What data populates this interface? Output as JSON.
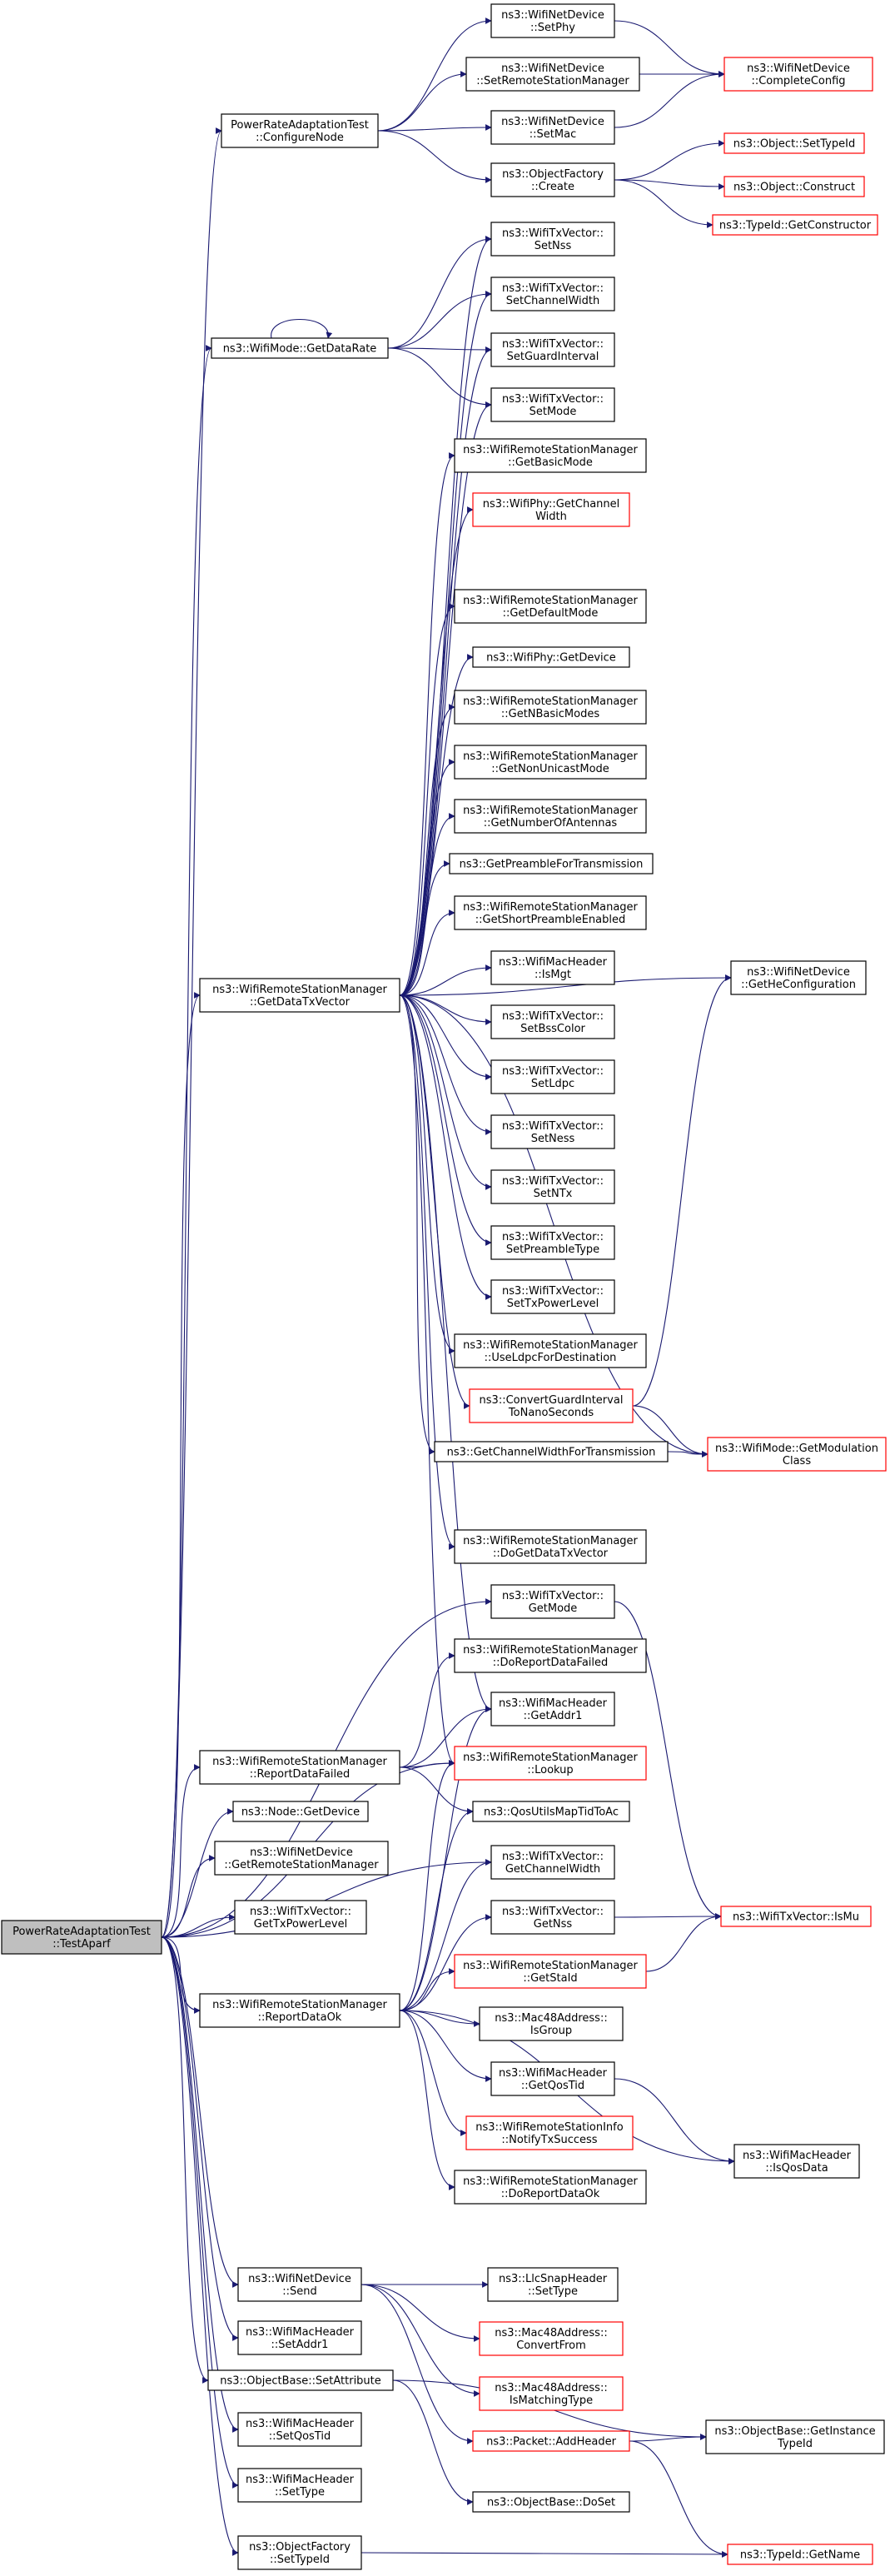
{
  "colors": {
    "edge": "#191970",
    "normal_border": "#000000",
    "missing_border": "#ff0000",
    "root_fill": "#bfbfbf"
  },
  "nodes": {
    "testaparf": {
      "lines": [
        "PowerRateAdaptationTest",
        "::TestAparf"
      ],
      "style": "root"
    },
    "configurenode": {
      "lines": [
        "PowerRateAdaptationTest",
        "::ConfigureNode"
      ],
      "style": "normal"
    },
    "setphy": {
      "lines": [
        "ns3::WifiNetDevice",
        "::SetPhy"
      ],
      "style": "normal"
    },
    "setremotestationmanager": {
      "lines": [
        "ns3::WifiNetDevice",
        "::SetRemoteStationManager"
      ],
      "style": "normal"
    },
    "setmac": {
      "lines": [
        "ns3::WifiNetDevice",
        "::SetMac"
      ],
      "style": "normal"
    },
    "completeconfig": {
      "lines": [
        "ns3::WifiNetDevice",
        "::CompleteConfig"
      ],
      "style": "red"
    },
    "objectfactorycreate": {
      "lines": [
        "ns3::ObjectFactory",
        "::Create"
      ],
      "style": "normal"
    },
    "objectsettypeid": {
      "lines": [
        "ns3::Object::SetTypeId"
      ],
      "style": "red"
    },
    "objectconstruct": {
      "lines": [
        "ns3::Object::Construct"
      ],
      "style": "red"
    },
    "getconstructor": {
      "lines": [
        "ns3::TypeId::GetConstructor"
      ],
      "style": "red"
    },
    "getdatarate": {
      "lines": [
        "ns3::WifiMode::GetDataRate"
      ],
      "style": "normal"
    },
    "setnss": {
      "lines": [
        "ns3::WifiTxVector::",
        "SetNss"
      ],
      "style": "normal"
    },
    "setchannelwidth": {
      "lines": [
        "ns3::WifiTxVector::",
        "SetChannelWidth"
      ],
      "style": "normal"
    },
    "setguardinterval": {
      "lines": [
        "ns3::WifiTxVector::",
        "SetGuardInterval"
      ],
      "style": "normal"
    },
    "setmode": {
      "lines": [
        "ns3::WifiTxVector::",
        "SetMode"
      ],
      "style": "normal"
    },
    "getbasicmode": {
      "lines": [
        "ns3::WifiRemoteStationManager",
        "::GetBasicMode"
      ],
      "style": "normal"
    },
    "phygetchannelwidth": {
      "lines": [
        "ns3::WifiPhy::GetChannel",
        "Width"
      ],
      "style": "red"
    },
    "getdefaultmode": {
      "lines": [
        "ns3::WifiRemoteStationManager",
        "::GetDefaultMode"
      ],
      "style": "normal"
    },
    "phygetdevice": {
      "lines": [
        "ns3::WifiPhy::GetDevice"
      ],
      "style": "normal"
    },
    "getnbasicmodes": {
      "lines": [
        "ns3::WifiRemoteStationManager",
        "::GetNBasicModes"
      ],
      "style": "normal"
    },
    "getnonunicastmode": {
      "lines": [
        "ns3::WifiRemoteStationManager",
        "::GetNonUnicastMode"
      ],
      "style": "normal"
    },
    "getnumberofantennas": {
      "lines": [
        "ns3::WifiRemoteStationManager",
        "::GetNumberOfAntennas"
      ],
      "style": "normal"
    },
    "getpreamblefortransmission": {
      "lines": [
        "ns3::GetPreambleForTransmission"
      ],
      "style": "normal"
    },
    "getshortpreambleenabled": {
      "lines": [
        "ns3::WifiRemoteStationManager",
        "::GetShortPreambleEnabled"
      ],
      "style": "normal"
    },
    "getdatatxvector": {
      "lines": [
        "ns3::WifiRemoteStationManager",
        "::GetDataTxVector"
      ],
      "style": "normal"
    },
    "getheconfiguration": {
      "lines": [
        "ns3::WifiNetDevice",
        "::GetHeConfiguration"
      ],
      "style": "normal"
    },
    "ismgt": {
      "lines": [
        "ns3::WifiMacHeader",
        "::IsMgt"
      ],
      "style": "normal"
    },
    "setbsscolor": {
      "lines": [
        "ns3::WifiTxVector::",
        "SetBssColor"
      ],
      "style": "normal"
    },
    "setldpc": {
      "lines": [
        "ns3::WifiTxVector::",
        "SetLdpc"
      ],
      "style": "normal"
    },
    "setness": {
      "lines": [
        "ns3::WifiTxVector::",
        "SetNess"
      ],
      "style": "normal"
    },
    "setntx": {
      "lines": [
        "ns3::WifiTxVector::",
        "SetNTx"
      ],
      "style": "normal"
    },
    "setpreambletype": {
      "lines": [
        "ns3::WifiTxVector::",
        "SetPreambleType"
      ],
      "style": "normal"
    },
    "settxpowerlevel": {
      "lines": [
        "ns3::WifiTxVector::",
        "SetTxPowerLevel"
      ],
      "style": "normal"
    },
    "useldpcfordestination": {
      "lines": [
        "ns3::WifiRemoteStationManager",
        "::UseLdpcForDestination"
      ],
      "style": "normal"
    },
    "convertguardinterval": {
      "lines": [
        "ns3::ConvertGuardInterval",
        "ToNanoSeconds"
      ],
      "style": "red"
    },
    "getchannelwidthfortransmission": {
      "lines": [
        "ns3::GetChannelWidthForTransmission"
      ],
      "style": "normal"
    },
    "getmodulationclass": {
      "lines": [
        "ns3::WifiMode::GetModulation",
        "Class"
      ],
      "style": "red"
    },
    "dogetdatatxvector": {
      "lines": [
        "ns3::WifiRemoteStationManager",
        "::DoGetDataTxVector"
      ],
      "style": "normal"
    },
    "getmode": {
      "lines": [
        "ns3::WifiTxVector::",
        "GetMode"
      ],
      "style": "normal"
    },
    "doreportdatafailed": {
      "lines": [
        "ns3::WifiRemoteStationManager",
        "::DoReportDataFailed"
      ],
      "style": "normal"
    },
    "getaddr1": {
      "lines": [
        "ns3::WifiMacHeader",
        "::GetAddr1"
      ],
      "style": "normal"
    },
    "reportdatafailed": {
      "lines": [
        "ns3::WifiRemoteStationManager",
        "::ReportDataFailed"
      ],
      "style": "normal"
    },
    "lookup": {
      "lines": [
        "ns3::WifiRemoteStationManager",
        "::Lookup"
      ],
      "style": "red"
    },
    "nodegetdevice": {
      "lines": [
        "ns3::Node::GetDevice"
      ],
      "style": "normal"
    },
    "qosutilsmaptidtoac": {
      "lines": [
        "ns3::QosUtilsMapTidToAc"
      ],
      "style": "normal"
    },
    "getremotestationmanager": {
      "lines": [
        "ns3::WifiNetDevice",
        "::GetRemoteStationManager"
      ],
      "style": "normal"
    },
    "getchannelwidth": {
      "lines": [
        "ns3::WifiTxVector::",
        "GetChannelWidth"
      ],
      "style": "normal"
    },
    "gettxpowerlevel": {
      "lines": [
        "ns3::WifiTxVector::",
        "GetTxPowerLevel"
      ],
      "style": "normal"
    },
    "getnss": {
      "lines": [
        "ns3::WifiTxVector::",
        "GetNss"
      ],
      "style": "normal"
    },
    "ismu": {
      "lines": [
        "ns3::WifiTxVector::IsMu"
      ],
      "style": "red"
    },
    "getstaid": {
      "lines": [
        "ns3::WifiRemoteStationManager",
        "::GetStaId"
      ],
      "style": "red"
    },
    "reportdataok": {
      "lines": [
        "ns3::WifiRemoteStationManager",
        "::ReportDataOk"
      ],
      "style": "normal"
    },
    "isgroup": {
      "lines": [
        "ns3::Mac48Address::",
        "IsGroup"
      ],
      "style": "normal"
    },
    "getqostid": {
      "lines": [
        "ns3::WifiMacHeader",
        "::GetQosTid"
      ],
      "style": "normal"
    },
    "notifytxsuccess": {
      "lines": [
        "ns3::WifiRemoteStationInfo",
        "::NotifyTxSuccess"
      ],
      "style": "red"
    },
    "isqosdata": {
      "lines": [
        "ns3::WifiMacHeader",
        "::IsQosData"
      ],
      "style": "normal"
    },
    "doreportdataok": {
      "lines": [
        "ns3::WifiRemoteStationManager",
        "::DoReportDataOk"
      ],
      "style": "normal"
    },
    "send": {
      "lines": [
        "ns3::WifiNetDevice",
        "::Send"
      ],
      "style": "normal"
    },
    "llcsettype": {
      "lines": [
        "ns3::LlcSnapHeader",
        "::SetType"
      ],
      "style": "normal"
    },
    "convertfrom": {
      "lines": [
        "ns3::Mac48Address::",
        "ConvertFrom"
      ],
      "style": "red"
    },
    "ismatchingtype": {
      "lines": [
        "ns3::Mac48Address::",
        "IsMatchingType"
      ],
      "style": "red"
    },
    "setaddr1": {
      "lines": [
        "ns3::WifiMacHeader",
        "::SetAddr1"
      ],
      "style": "normal"
    },
    "setattribute": {
      "lines": [
        "ns3::ObjectBase::SetAttribute"
      ],
      "style": "normal"
    },
    "addheader": {
      "lines": [
        "ns3::Packet::AddHeader"
      ],
      "style": "red"
    },
    "getinstancetypeid": {
      "lines": [
        "ns3::ObjectBase::GetInstance",
        "TypeId"
      ],
      "style": "normal"
    },
    "setqostid": {
      "lines": [
        "ns3::WifiMacHeader",
        "::SetQosTid"
      ],
      "style": "normal"
    },
    "settype": {
      "lines": [
        "ns3::WifiMacHeader",
        "::SetType"
      ],
      "style": "normal"
    },
    "doset": {
      "lines": [
        "ns3::ObjectBase::DoSet"
      ],
      "style": "normal"
    },
    "objectfactorysettypeid": {
      "lines": [
        "ns3::ObjectFactory",
        "::SetTypeId"
      ],
      "style": "normal"
    },
    "getname": {
      "lines": [
        "ns3::TypeId::GetName"
      ],
      "style": "red"
    }
  }
}
